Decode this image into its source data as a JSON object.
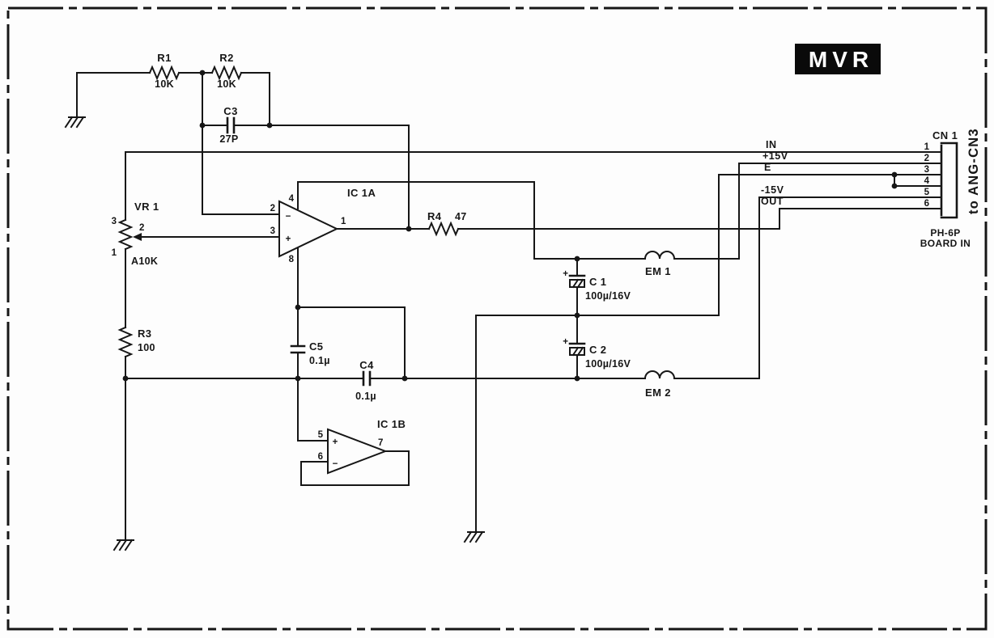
{
  "badge": {
    "label": "MVR"
  },
  "resistors": {
    "r1": {
      "ref": "R1",
      "value": "10K"
    },
    "r2": {
      "ref": "R2",
      "value": "10K"
    },
    "r3": {
      "ref": "R3",
      "value": "100"
    },
    "r4": {
      "ref": "R4",
      "value": "47"
    }
  },
  "capacitors": {
    "c1": {
      "ref": "C 1",
      "value": "100µ/16V",
      "polarity": "+"
    },
    "c2": {
      "ref": "C 2",
      "value": "100µ/16V",
      "polarity": "+"
    },
    "c3": {
      "ref": "C3",
      "value": "27P"
    },
    "c4": {
      "ref": "C4",
      "value": "0.1µ"
    },
    "c5": {
      "ref": "C5",
      "value": "0.1µ"
    }
  },
  "potentiometer": {
    "ref": "VR 1",
    "value": "A10K",
    "pin_top": "3",
    "pin_wiper": "2",
    "pin_bottom": "1"
  },
  "opamps": {
    "a": {
      "ref": "IC 1A",
      "pin_inv": "2",
      "pin_noninv": "3",
      "pin_vcc": "4",
      "pin_vee": "8",
      "pin_out": "1",
      "sign_inv": "−",
      "sign_noninv": "+"
    },
    "b": {
      "ref": "IC 1B",
      "pin_noninv": "5",
      "pin_inv": "6",
      "pin_out": "7",
      "sign_inv": "−",
      "sign_noninv": "+"
    }
  },
  "inductors": {
    "em1": {
      "ref": "EM 1"
    },
    "em2": {
      "ref": "EM 2"
    }
  },
  "signals": {
    "in": "IN",
    "plus15": "+15V",
    "e": "E",
    "minus15": "-15V",
    "out": "OUT"
  },
  "connector": {
    "ref": "CN 1",
    "pin_numbers": [
      "1",
      "2",
      "3",
      "4",
      "5",
      "6"
    ],
    "type": "PH-6P",
    "note": "BOARD IN",
    "destination": "to ANG-CN3"
  }
}
